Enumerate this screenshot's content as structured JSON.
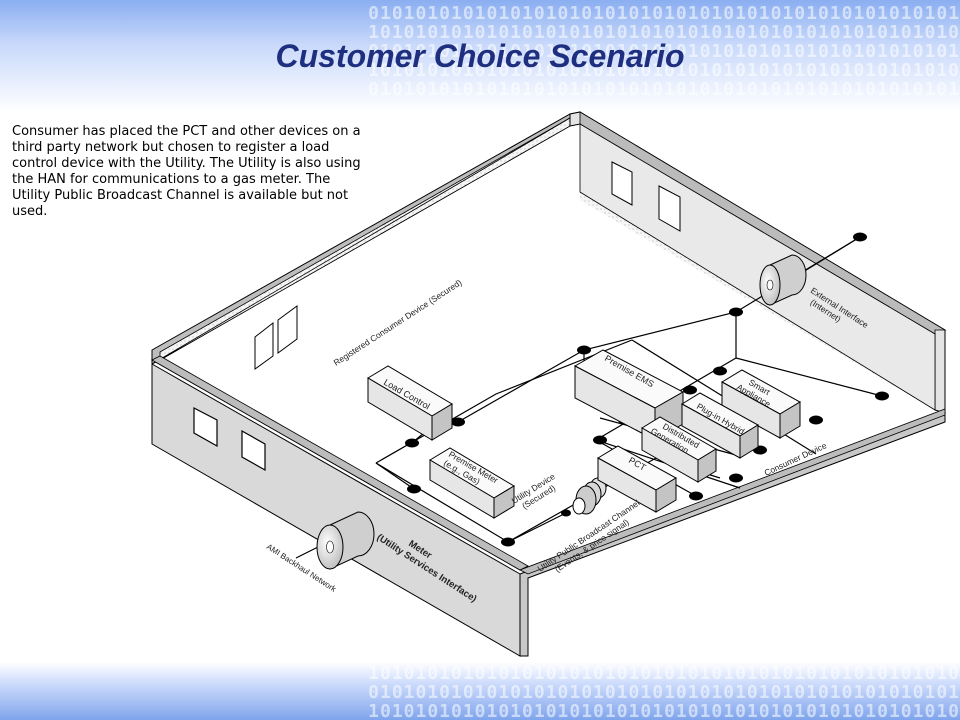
{
  "slide": {
    "title": "Customer Choice Scenario",
    "description": "Consumer has placed the PCT and other devices on a third party network but chosen to register a load control device with the Utility.  The Utility is also using the HAN for communications to a gas meter.  The Utility Public Broadcast Channel is available but not used."
  },
  "background": {
    "binary_row_a": "01010101010101010101010101010101010101010101010101",
    "binary_row_b": "10101010101010101010101010101010101010101010101010"
  },
  "diagram": {
    "premise_ems": "Premise EMS",
    "load_control": "Load Control",
    "premise_meter_line1": "Premise Meter",
    "premise_meter_line2": "(e.g., Gas)",
    "smart_appliance_line1": "Smart",
    "smart_appliance_line2": "Appliance",
    "plugin_hybrid": "Plug-in Hybrid",
    "distributed_generation_line1": "Distributed",
    "distributed_generation_line2": "Generation",
    "pct": "PCT",
    "external_interface_line1": "External Interface",
    "external_interface_line2": "(Internet)",
    "registered_consumer_device": "Registered Consumer Device (Secured)",
    "utility_device_line1": "Utility Device",
    "utility_device_line2": "(Secured)",
    "consumer_device": "Consumer Device",
    "broadcast_line1": "Utility Public Broadcast Channel",
    "broadcast_line2": "(Events, & price signal)",
    "meter_line1": "Meter",
    "meter_line2": "(Utility Services Interface)",
    "ami_backhaul": "AMI Backhaul Network"
  },
  "colors": {
    "title": "#1f2f7f",
    "band": "#8aaef0",
    "wall_front": "#d9d9d9",
    "wall_back": "#e8e8e8",
    "wall_dotted": "#f4f4f4",
    "box_front": "#e6e6e6",
    "box_top": "#fafafa",
    "box_side": "#c4c4c4"
  }
}
